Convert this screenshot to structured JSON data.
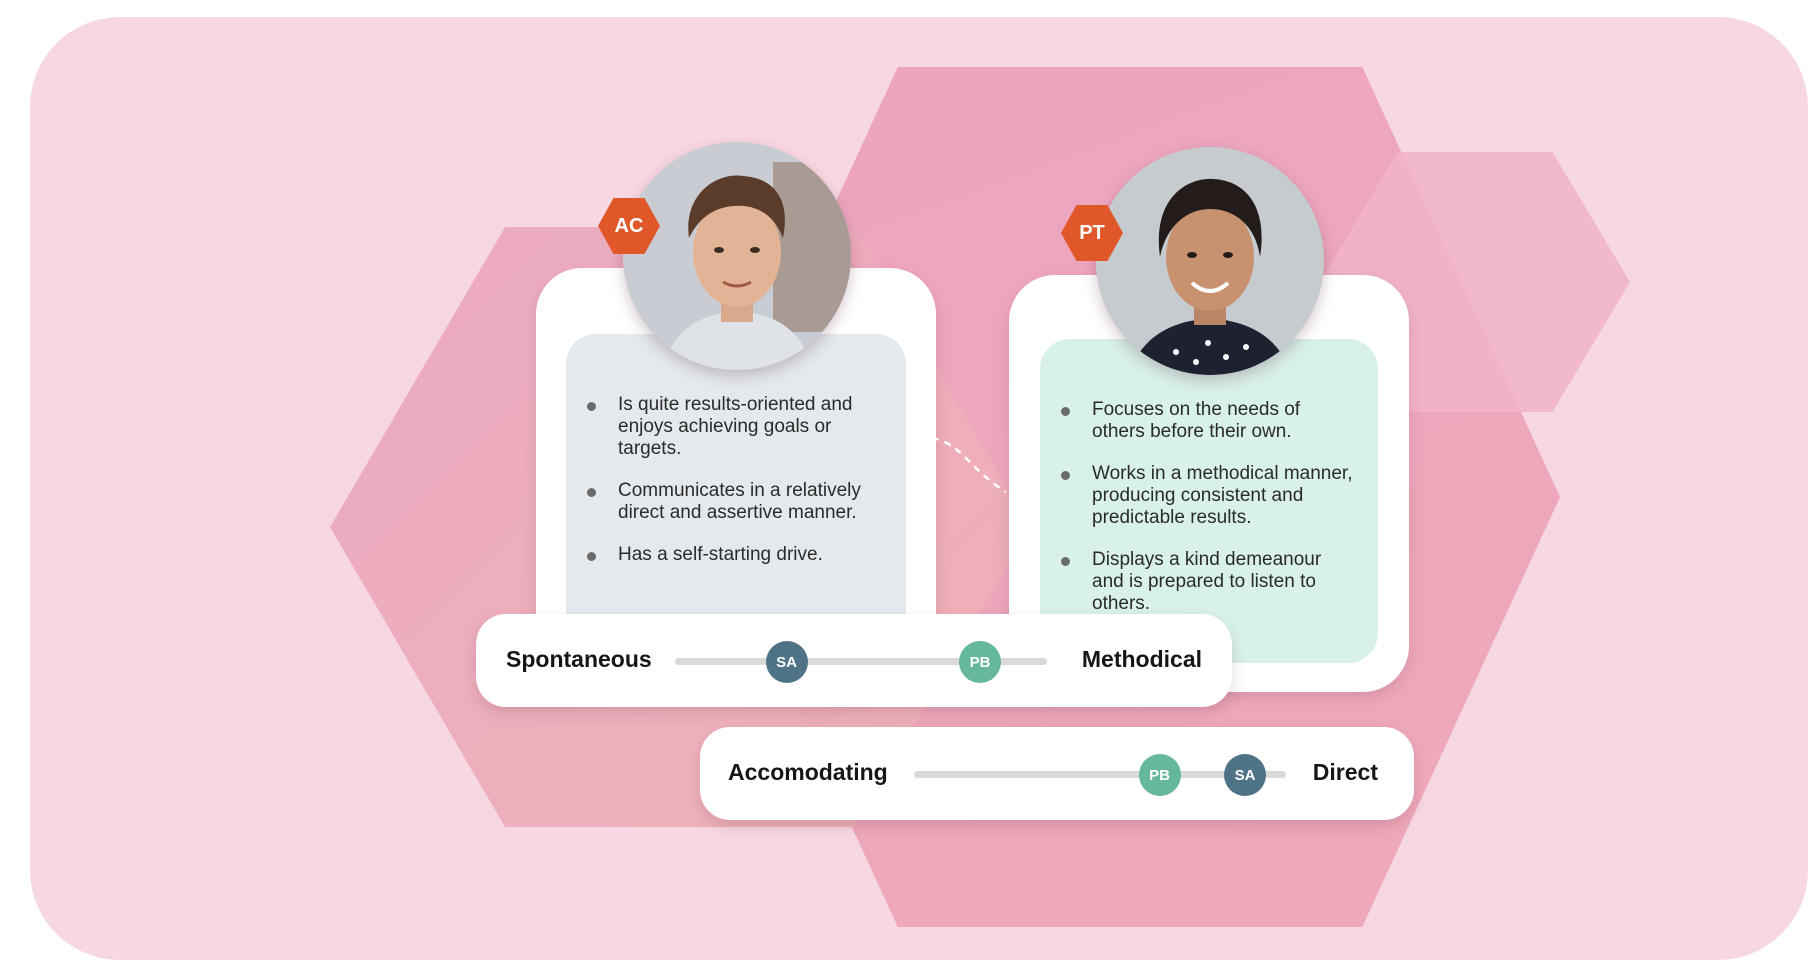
{
  "cards": [
    {
      "initials": "AC",
      "traits": [
        "Is quite results-oriented and enjoys achieving goals or targets.",
        "Communicates in a relatively direct and assertive manner.",
        "Has a self-starting drive."
      ]
    },
    {
      "initials": "PT",
      "traits": [
        "Focuses on the needs of others before their own.",
        "Works in a methodical manner, producing consistent and predictable results.",
        "Displays a kind demeanour and is prepared to listen to others."
      ]
    }
  ],
  "sliders": [
    {
      "left_label": "Spontaneous",
      "right_label": "Methodical",
      "markers": [
        {
          "label": "SA",
          "value": 0.3
        },
        {
          "label": "PB",
          "value": 0.82
        }
      ]
    },
    {
      "left_label": "Accomodating",
      "right_label": "Direct",
      "markers": [
        {
          "label": "PB",
          "value": 0.66
        },
        {
          "label": "SA",
          "value": 0.89
        }
      ]
    }
  ],
  "colors": {
    "background": "#f7d7e2",
    "badge": "#e0582a",
    "sa_marker": "#4e7386",
    "pb_marker": "#66b89a",
    "card_a_panel": "#e3e9ed",
    "card_b_panel": "#d8f1eb"
  }
}
